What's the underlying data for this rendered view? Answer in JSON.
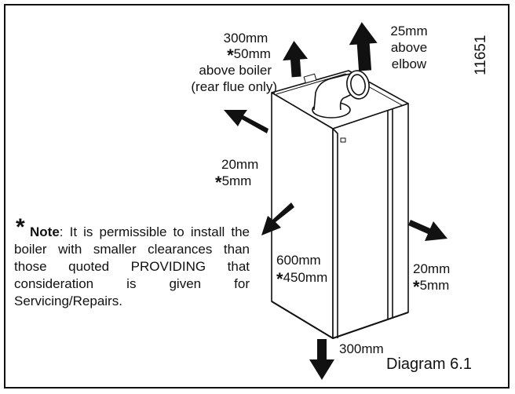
{
  "clearances": {
    "top_boiler": {
      "line1": "300mm",
      "line2": "50mm",
      "line3": "above boiler",
      "line4": "(rear flue only)"
    },
    "top_elbow": {
      "line1": "25mm",
      "line2": "above",
      "line3": "elbow"
    },
    "left": {
      "line1": "20mm",
      "line2": "5mm"
    },
    "front": {
      "line1": "600mm",
      "line2": "450mm"
    },
    "right": {
      "line1": "20mm",
      "line2": "5mm"
    },
    "bottom": {
      "line1": "300mm"
    }
  },
  "star_symbol": "*",
  "note": {
    "title": "Note",
    "text": ": It is permissible to install the boiler with smaller clearances than those quoted PROVIDING that consideration is given for Servicing/Repairs."
  },
  "figure_code": "11651",
  "caption": "Diagram 6.1"
}
